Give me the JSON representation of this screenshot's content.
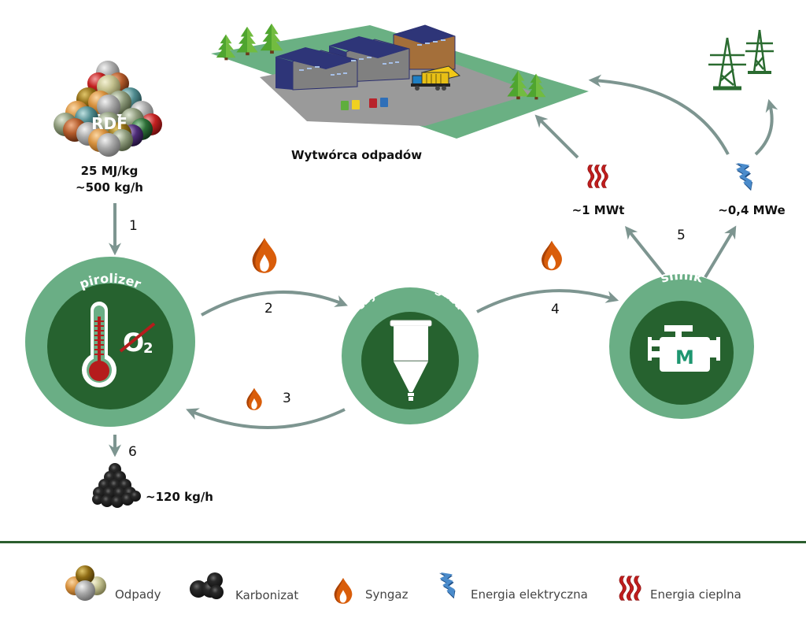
{
  "title": "Schemat procesu pirolizy RDF",
  "colors": {
    "ring": "#6aae85",
    "core": "#26622f",
    "arrow": "#7d9590",
    "flame": "#d95d0a",
    "heat": "#c01d1d",
    "electric": "#3f82c4",
    "pylon": "#2a6b30",
    "divider": "#2b5e2e",
    "thermo_red": "#b51c1c"
  },
  "rdf": {
    "badge": "RDF",
    "energy": "25 MJ/kg",
    "flow": "~500 kg/h"
  },
  "waste_producer": {
    "label": "Wytwórca odpadów"
  },
  "nodes": {
    "pyrolyzer": {
      "label": "pirolizer",
      "o2_label": "O",
      "o2_sub": "2"
    },
    "gas_cleaning": {
      "label": "czyszczenie gazu"
    },
    "engine": {
      "label": "silnik",
      "engine_letter": "M"
    }
  },
  "steps": {
    "s1": "1",
    "s2": "2",
    "s3": "3",
    "s4": "4",
    "s5": "5",
    "s6": "6"
  },
  "outputs": {
    "heat": "~1 MWt",
    "electric": "~0,4 MWe",
    "char": "~120 kg/h"
  },
  "legend": [
    {
      "icon": "waste-balls-icon",
      "label": "Odpady"
    },
    {
      "icon": "char-balls-icon",
      "label": "Karbonizat"
    },
    {
      "icon": "flame-icon",
      "label": "Syngaz"
    },
    {
      "icon": "lightning-icon",
      "label": "Energia elektryczna"
    },
    {
      "icon": "heat-waves-icon",
      "label": "Energia cieplna"
    }
  ]
}
